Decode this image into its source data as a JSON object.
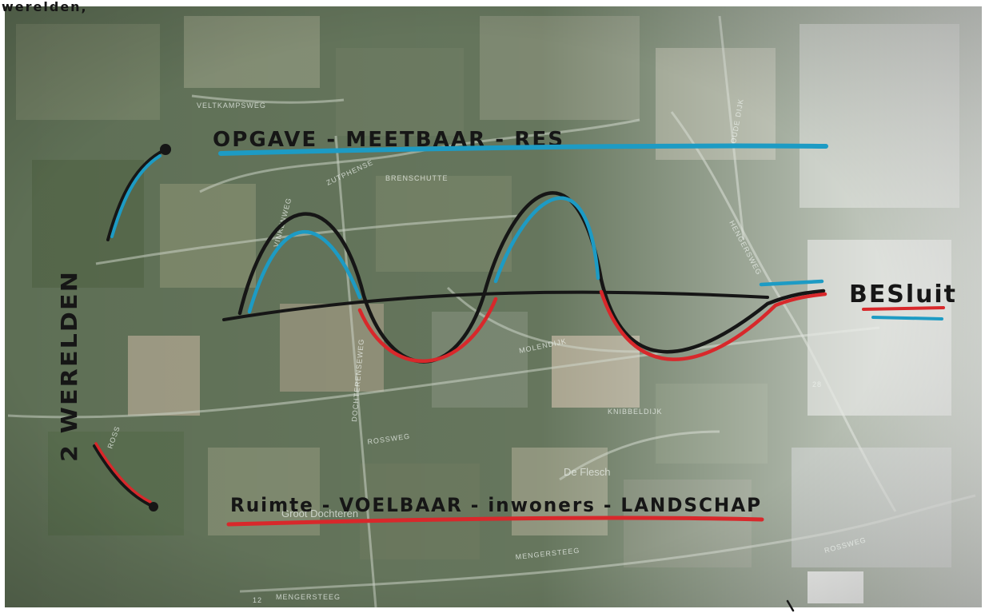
{
  "annotations": {
    "top_heading": "OPGAVE - MEETBAAR - RES",
    "bottom_heading": "Ruimte - VOELBAAR - inwoners - LANDSCHAP",
    "side_label": "2 WERELDEN",
    "result_label": "BESluit",
    "corner_fragment": "werelden,"
  },
  "map_labels": {
    "veltkampsweg": "VELTKAMPSWEG",
    "zutphenseweg": "ZUTPHENSE",
    "brenschutte": "BRENSCHUTTE",
    "vinkenweg": "VINKENWEG",
    "dochterenseweg": "DOCHTERENSEWEG",
    "molendijk": "MOLENDIJK",
    "knibbeldijk": "KNIBBELDIJK",
    "rossweg": "ROSSWEG",
    "rossweg_right": "ROSSWEG",
    "de_flesch": "De Flesch",
    "groot_dochteren": "Groot Dochteren",
    "mengersteeg": "MENGERSTEEG",
    "mengersteeg_lower": "MENGERSTEEG",
    "oude_dijk": "OUDE DIJK",
    "hengersweg": "HENGERSWEG",
    "road_number": "28",
    "road_number_small": "12",
    "rossweg_short": "ROSS"
  },
  "colors": {
    "ink_black": "#161616",
    "ink_blue": "#1d9bc4",
    "ink_red": "#d8282b",
    "map_green": "#5e6f55"
  }
}
